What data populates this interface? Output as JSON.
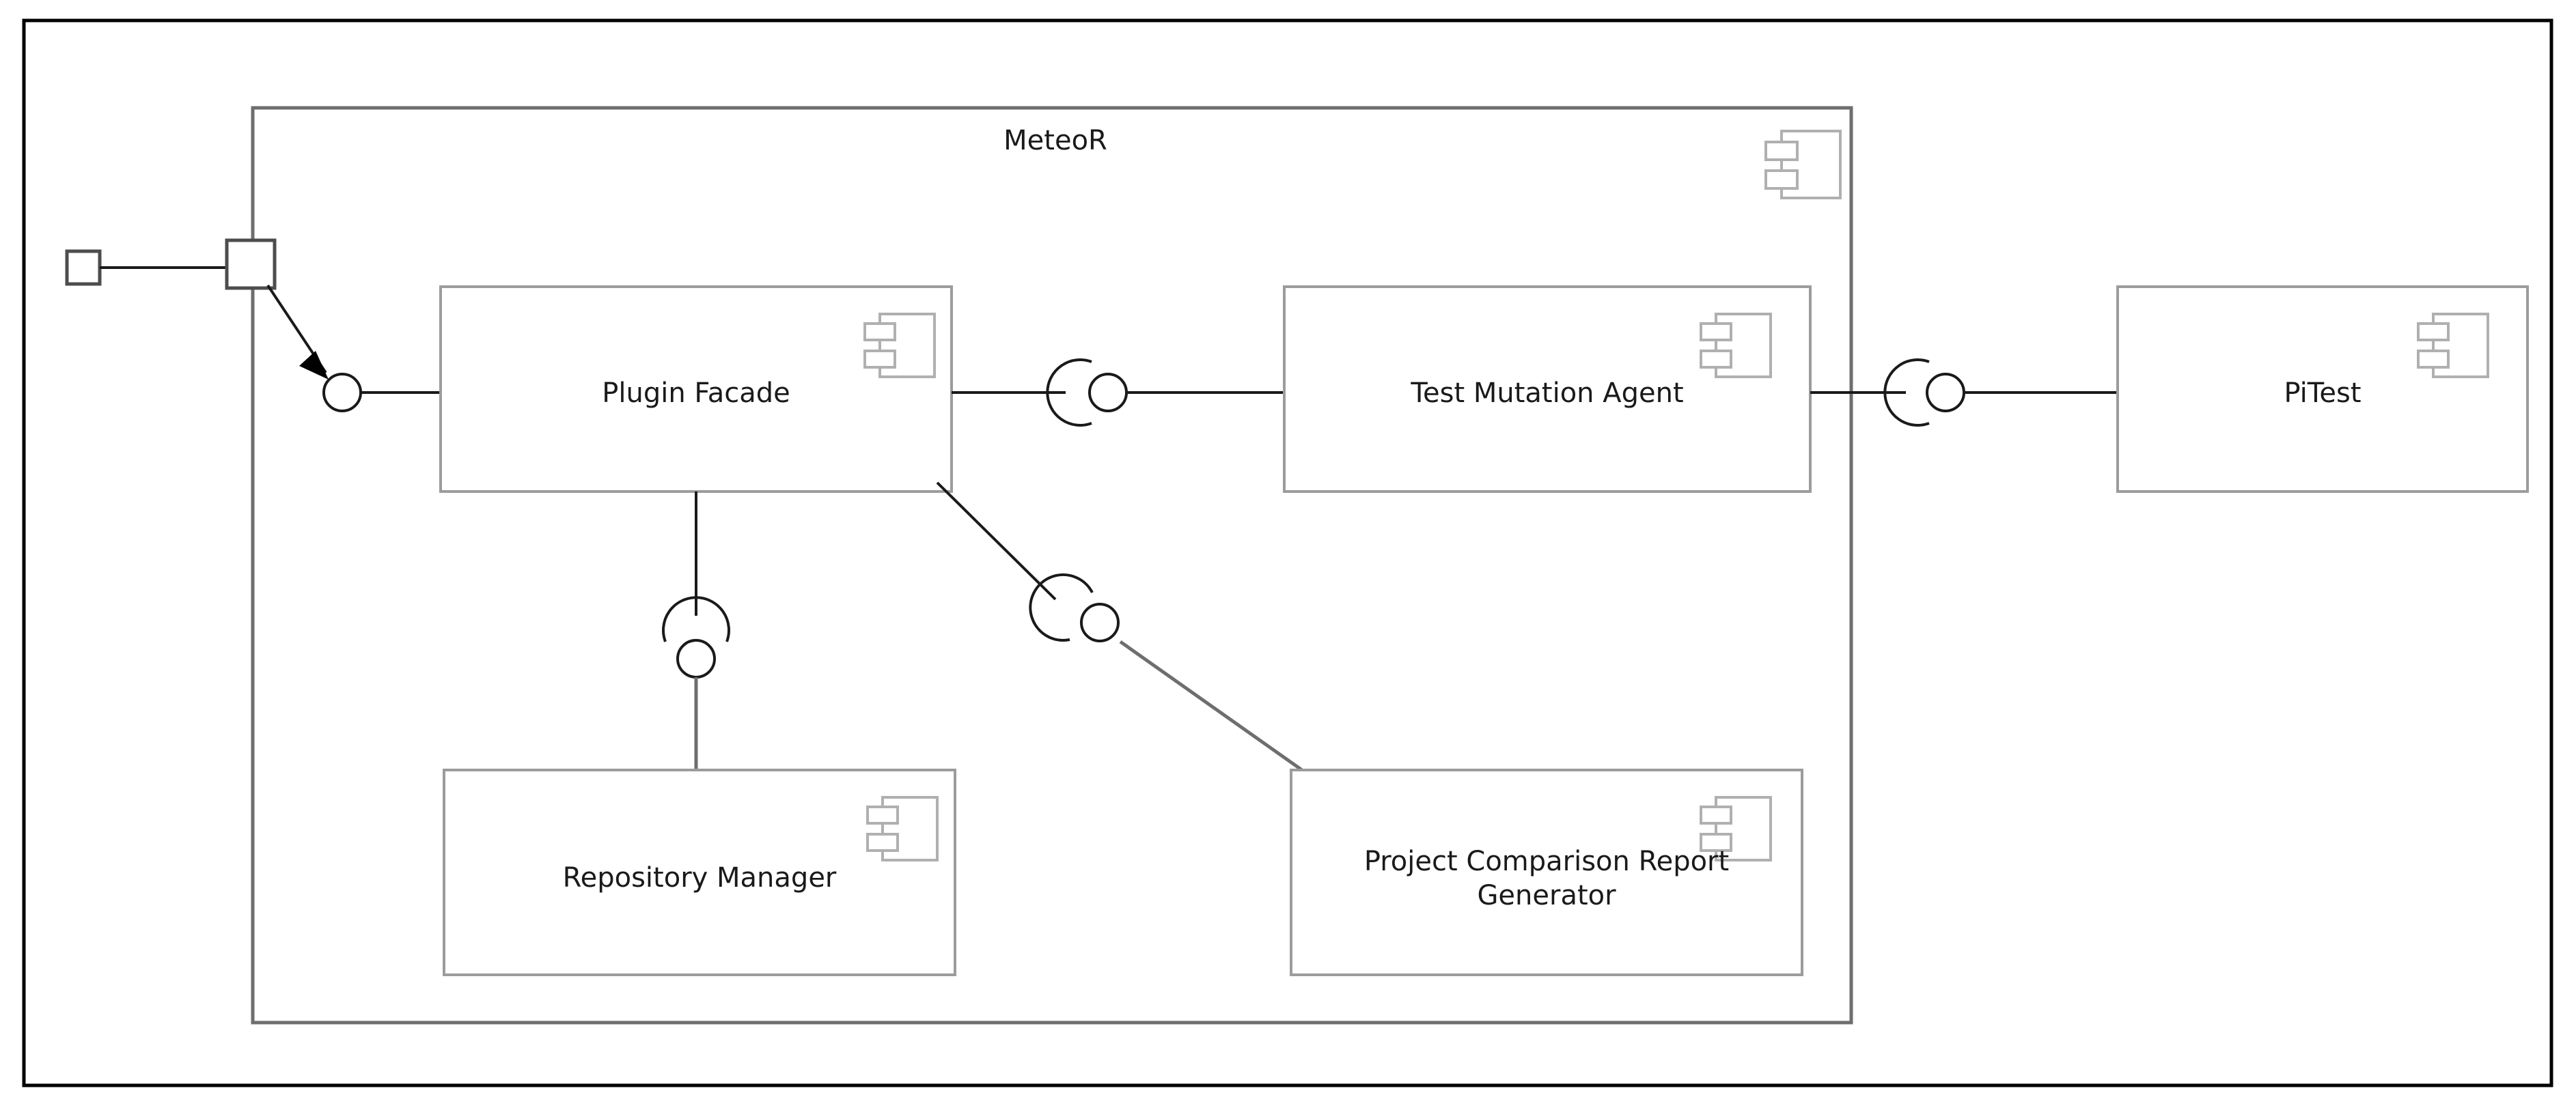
{
  "diagram": {
    "type": "uml-component-diagram",
    "package": {
      "name": "MeteoR",
      "icon": "component-icon"
    },
    "components": [
      {
        "id": "plugin-facade",
        "label": "Plugin Facade",
        "icon": "component-icon",
        "inside_package": true
      },
      {
        "id": "test-mutation-agent",
        "label": "Test Mutation Agent",
        "icon": "component-icon",
        "inside_package": true
      },
      {
        "id": "pitest",
        "label": "PiTest",
        "icon": "component-icon",
        "inside_package": false
      },
      {
        "id": "repository-manager",
        "label": "Repository Manager",
        "icon": "component-icon",
        "inside_package": true
      },
      {
        "id": "project-comparison-report-generator",
        "label_line1": "Project Comparison Report",
        "label_line2": "Generator",
        "icon": "component-icon",
        "inside_package": true
      }
    ],
    "ports": [
      {
        "id": "external-port",
        "shape": "square"
      },
      {
        "id": "package-boundary-port",
        "shape": "square"
      }
    ],
    "connectors": [
      {
        "id": "external-to-package",
        "kind": "line"
      },
      {
        "id": "package-port-to-plugin-facade",
        "kind": "dependency-arrow-to-ball"
      },
      {
        "id": "plugin-facade-to-test-mutation-agent",
        "kind": "ball-and-socket"
      },
      {
        "id": "test-mutation-agent-to-pitest",
        "kind": "ball-and-socket"
      },
      {
        "id": "plugin-facade-to-repository-manager",
        "kind": "ball-and-socket"
      },
      {
        "id": "plugin-facade-to-report-generator",
        "kind": "ball-and-socket"
      }
    ],
    "colors": {
      "outer_border": "#000000",
      "package_frame": "#6e6e6e",
      "component_stroke": "#9c9c9c",
      "connector": "#1a1a1a",
      "text": "#1a1a1a",
      "background": "#ffffff"
    }
  }
}
